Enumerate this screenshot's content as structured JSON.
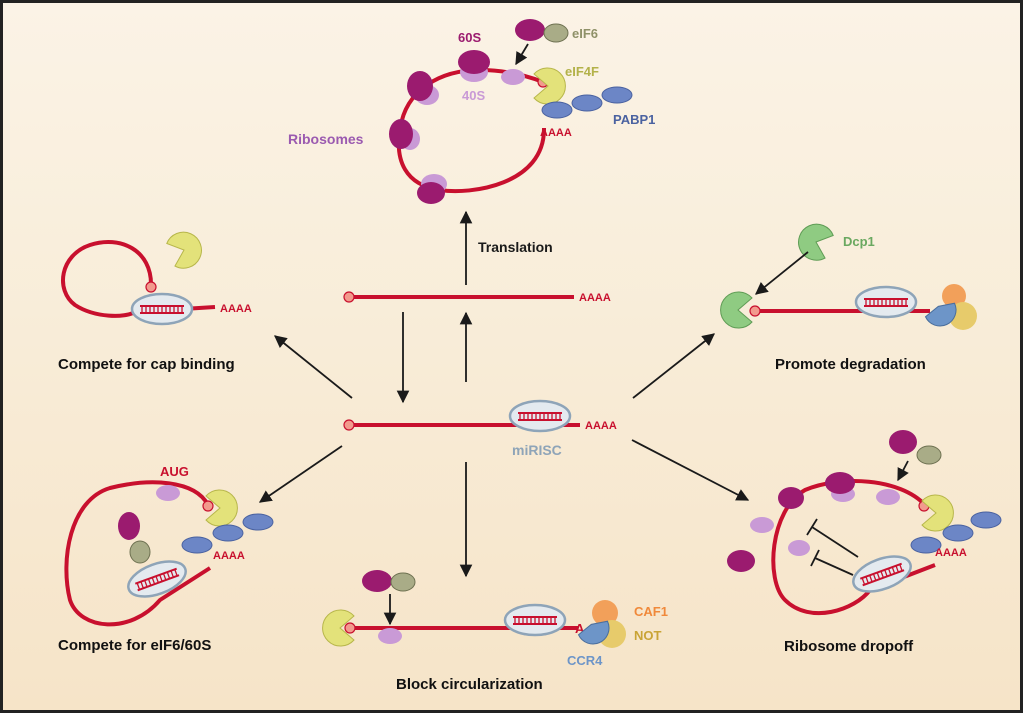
{
  "labels": {
    "sixty_s": "60S",
    "eif6": "eIF6",
    "eif4f": "eIF4F",
    "forty_s": "40S",
    "pabp1": "PABP1",
    "ribosomes": "Ribosomes",
    "poly_a": "AAAA",
    "translation": "Translation",
    "dcp1": "Dcp1",
    "compete_cap": "Compete for cap binding",
    "promote_degradation": "Promote degradation",
    "mirisc": "miRISC",
    "aug": "AUG",
    "compete_eif6": "Compete for eIF6/60S",
    "ribosome_dropoff": "Ribosome dropoff",
    "caf1": "CAF1",
    "not": "NOT",
    "ccr4": "CCR4",
    "block_circ": "Block circularization",
    "poly_a_trunc": "A"
  },
  "colors": {
    "rna": "#c8102e",
    "sixty_s": "#9b1b6f",
    "forty_s": "#c99ad6",
    "eif6": "#a9ac87",
    "eif4f": "#e3e27a",
    "pabp1": "#6c86c6",
    "dcp1": "#84c27a",
    "risc": "#dfe7ee",
    "risc_stroke": "#8ea4b8",
    "caf1": "#f2a05a",
    "not": "#e7cb6b",
    "ccr4": "#6d95c8",
    "mirisc_label": "#8ea4b8",
    "arrow": "#1a1a1a",
    "bg_top": "#f8ecd8",
    "bg_bottom": "#f7e6cb"
  }
}
